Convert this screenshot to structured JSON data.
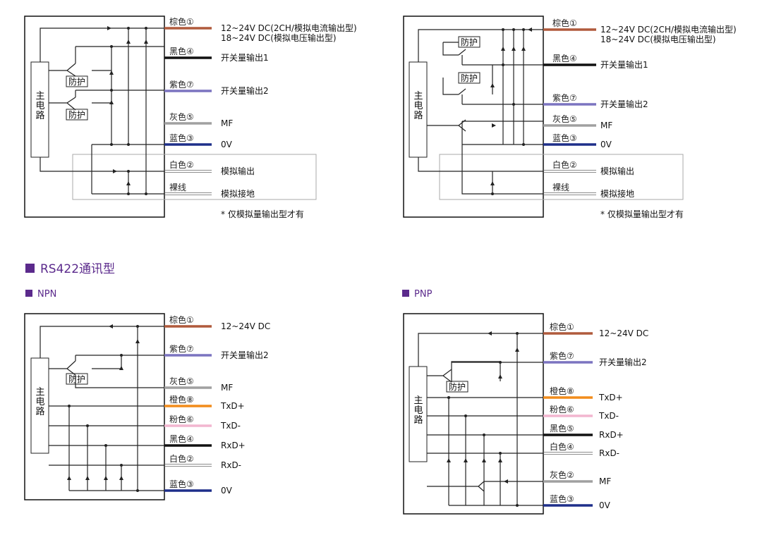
{
  "section": {
    "title": "RS422通讯型",
    "npn_label": "NPN",
    "pnp_label": "PNP"
  },
  "main_circuit": "主电路",
  "protect": "防护",
  "note": "* 仅模拟量输出型才有",
  "top_left": {
    "wires": [
      {
        "color_label": "棕色①",
        "color": "#b05a3c",
        "desc": "12~24V DC(2CH/模拟电流输出型)",
        "desc2": "18~24V DC(模拟电压输出型)"
      },
      {
        "color_label": "黑色④",
        "color": "#111111",
        "desc": "开关量输出1"
      },
      {
        "color_label": "紫色⑦",
        "color": "#7b74c0",
        "desc": "开关量输出2"
      },
      {
        "color_label": "灰色⑤",
        "color": "#a0a0a0",
        "desc": "MF"
      },
      {
        "color_label": "蓝色③",
        "color": "#1e2f8a",
        "desc": "0V"
      },
      {
        "color_label": "白色②",
        "color": "#dddddd",
        "desc": "模拟输出"
      },
      {
        "color_label": "裸线",
        "color": "#dddddd",
        "desc": "模拟接地"
      }
    ]
  },
  "top_right": {
    "wires": [
      {
        "color_label": "棕色①",
        "color": "#b05a3c",
        "desc": "12~24V DC(2CH/模拟电流输出型)",
        "desc2": "18~24V DC(模拟电压输出型)"
      },
      {
        "color_label": "黑色④",
        "color": "#111111",
        "desc": "开关量输出1"
      },
      {
        "color_label": "紫色⑦",
        "color": "#7b74c0",
        "desc": "开关量输出2"
      },
      {
        "color_label": "灰色⑤",
        "color": "#a0a0a0",
        "desc": "MF"
      },
      {
        "color_label": "蓝色③",
        "color": "#1e2f8a",
        "desc": "0V"
      },
      {
        "color_label": "白色②",
        "color": "#dddddd",
        "desc": "模拟输出"
      },
      {
        "color_label": "裸线",
        "color": "#dddddd",
        "desc": "模拟接地"
      }
    ]
  },
  "bottom_left": {
    "wires": [
      {
        "color_label": "棕色①",
        "color": "#b05a3c",
        "desc": "12~24V DC"
      },
      {
        "color_label": "紫色⑦",
        "color": "#7b74c0",
        "desc": "开关量输出2"
      },
      {
        "color_label": "灰色⑤",
        "color": "#a0a0a0",
        "desc": "MF"
      },
      {
        "color_label": "橙色⑧",
        "color": "#f28c1b",
        "desc": "TxD+"
      },
      {
        "color_label": "粉色⑥",
        "color": "#f2b6cf",
        "desc": "TxD-"
      },
      {
        "color_label": "黑色④",
        "color": "#111111",
        "desc": "RxD+"
      },
      {
        "color_label": "白色②",
        "color": "#dddddd",
        "desc": "RxD-"
      },
      {
        "color_label": "蓝色③",
        "color": "#1e2f8a",
        "desc": "0V"
      }
    ]
  },
  "bottom_right": {
    "wires": [
      {
        "color_label": "棕色①",
        "color": "#b05a3c",
        "desc": "12~24V DC"
      },
      {
        "color_label": "紫色⑦",
        "color": "#7b74c0",
        "desc": "开关量输出2"
      },
      {
        "color_label": "橙色⑧",
        "color": "#f28c1b",
        "desc": "TxD+"
      },
      {
        "color_label": "粉色⑥",
        "color": "#f2b6cf",
        "desc": "TxD-"
      },
      {
        "color_label": "黑色⑤",
        "color": "#111111",
        "desc": "RxD+"
      },
      {
        "color_label": "白色④",
        "color": "#dddddd",
        "desc": "RxD-"
      },
      {
        "color_label": "灰色②",
        "color": "#a0a0a0",
        "desc": "MF"
      },
      {
        "color_label": "蓝色③",
        "color": "#1e2f8a",
        "desc": "0V"
      }
    ]
  },
  "colors": {
    "accent": "#5b2a8c"
  }
}
